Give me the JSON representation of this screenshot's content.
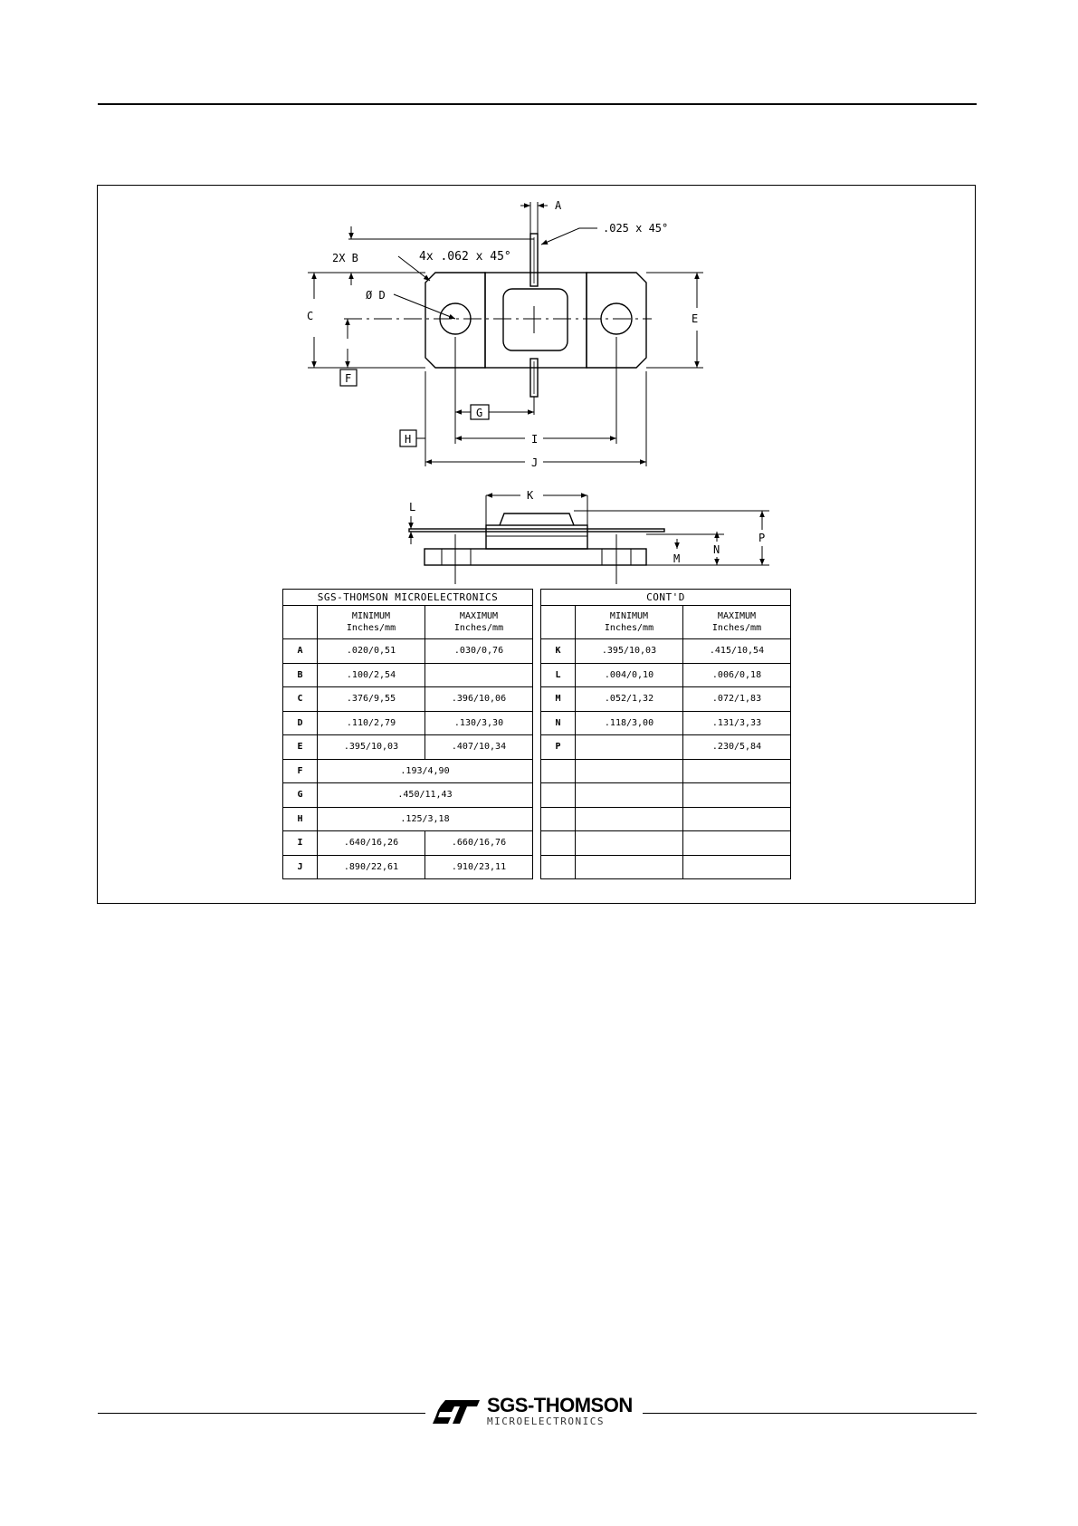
{
  "drawing": {
    "labels": {
      "a": "A",
      "b_note": "2X B",
      "c": "C",
      "d": "Ø D",
      "e": "E",
      "f": "F",
      "g": "G",
      "h": "H",
      "i": "I",
      "j": "J",
      "k": "K",
      "l": "L",
      "m": "M",
      "n": "N",
      "p": "P",
      "chamfer_corner": "4x .062 x 45°",
      "chamfer_lead": ".025 x 45°"
    }
  },
  "table_left": {
    "title": "SGS-THOMSON MICROELECTRONICS",
    "min_header": [
      "MINIMUM",
      "Inches/mm"
    ],
    "max_header": [
      "MAXIMUM",
      "Inches/mm"
    ],
    "rows": [
      {
        "dim": "A",
        "min": ".020/0,51",
        "max": ".030/0,76"
      },
      {
        "dim": "B",
        "min": ".100/2,54",
        "max": ""
      },
      {
        "dim": "C",
        "min": ".376/9,55",
        "max": ".396/10,06"
      },
      {
        "dim": "D",
        "min": ".110/2,79",
        "max": ".130/3,30"
      },
      {
        "dim": "E",
        "min": ".395/10,03",
        "max": ".407/10,34"
      },
      {
        "dim": "F",
        "span": ".193/4,90"
      },
      {
        "dim": "G",
        "span": ".450/11,43"
      },
      {
        "dim": "H",
        "span": ".125/3,18"
      },
      {
        "dim": "I",
        "min": ".640/16,26",
        "max": ".660/16,76"
      },
      {
        "dim": "J",
        "min": ".890/22,61",
        "max": ".910/23,11"
      }
    ]
  },
  "table_right": {
    "title": "CONT'D",
    "min_header": [
      "MINIMUM",
      "Inches/mm"
    ],
    "max_header": [
      "MAXIMUM",
      "Inches/mm"
    ],
    "rows": [
      {
        "dim": "K",
        "min": ".395/10,03",
        "max": ".415/10,54"
      },
      {
        "dim": "L",
        "min": ".004/0,10",
        "max": ".006/0,18"
      },
      {
        "dim": "M",
        "min": ".052/1,32",
        "max": ".072/1,83"
      },
      {
        "dim": "N",
        "min": ".118/3,00",
        "max": ".131/3,33"
      },
      {
        "dim": "P",
        "min": "",
        "max": ".230/5,84"
      },
      {
        "dim": "",
        "min": "",
        "max": ""
      },
      {
        "dim": "",
        "min": "",
        "max": ""
      },
      {
        "dim": "",
        "min": "",
        "max": ""
      },
      {
        "dim": "",
        "min": "",
        "max": ""
      },
      {
        "dim": "",
        "min": "",
        "max": ""
      }
    ]
  },
  "footer": {
    "brand": "SGS-THOMSON",
    "subtitle": "MICROELECTRONICS"
  }
}
